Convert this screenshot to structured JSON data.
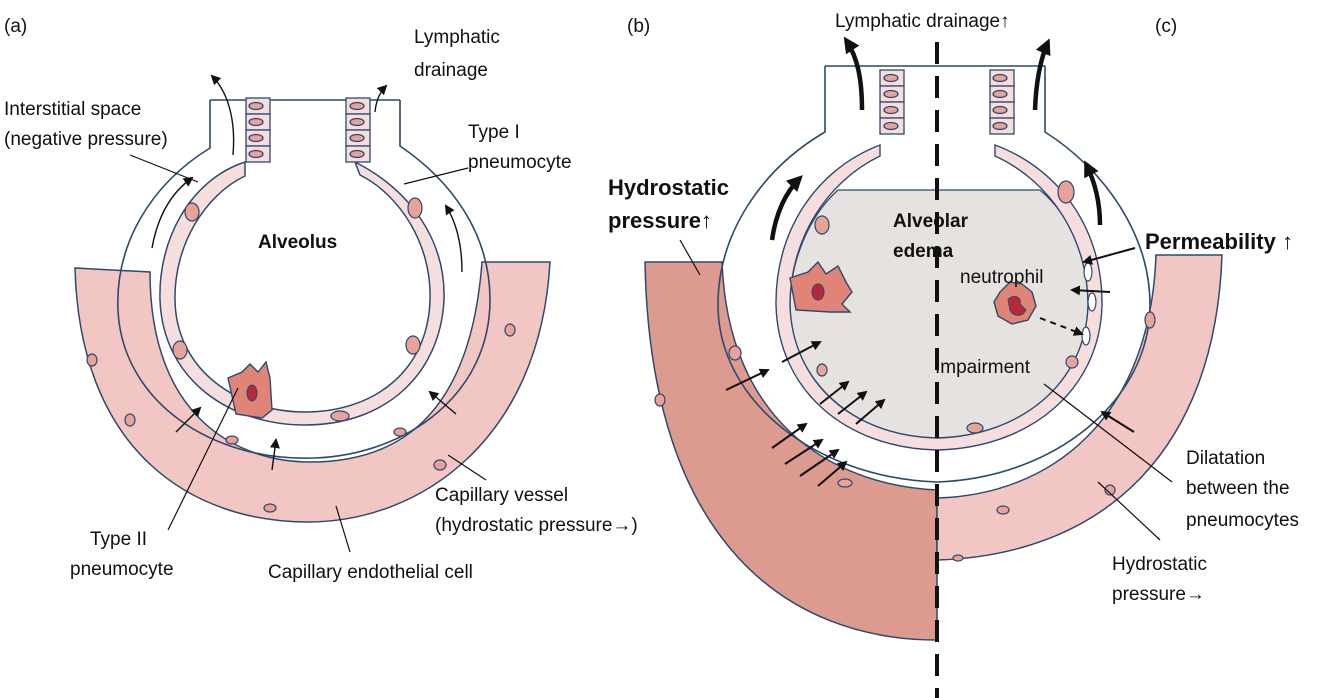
{
  "panels": {
    "a": {
      "tag": "(a)",
      "lymphatic_drainage": [
        "Lymphatic",
        "drainage"
      ],
      "interstitial_space": [
        "Interstitial space",
        "(negative pressure)"
      ],
      "type1": [
        "Type I",
        "pneumocyte"
      ],
      "alveolus": "Alveolus",
      "capillary_vessel": [
        "Capillary vessel",
        "(hydrostatic pressure→)"
      ],
      "type2": [
        "Type  II",
        "pneumocyte"
      ],
      "endothelial": "Capillary endothelial cell"
    },
    "b": {
      "tag": "(b)",
      "hydrostatic": [
        "Hydrostatic",
        "pressure↑"
      ],
      "alveolar_edema": [
        "Alveolar",
        "edema"
      ]
    },
    "top_label": "Lymphatic drainage↑",
    "c": {
      "tag": "(c)",
      "permeability": "Permeability ↑",
      "neutrophil": "neutrophil",
      "impairment": "Impairment",
      "dilatation": [
        "Dilatation",
        "between the",
        "pneumocytes"
      ],
      "hydrostatic": [
        "Hydrostatic",
        "pressure→"
      ]
    }
  },
  "colors": {
    "outline": "#2c4a6e",
    "membrane": "#f7dede",
    "vessel_light": "#f2c6c2",
    "vessel_dark": "#dd9a8e",
    "nucleus": "#e8a29a",
    "edema": "#e5e2df",
    "cell2": "#e08478",
    "cell2_nucleus": "#b52a3a"
  }
}
